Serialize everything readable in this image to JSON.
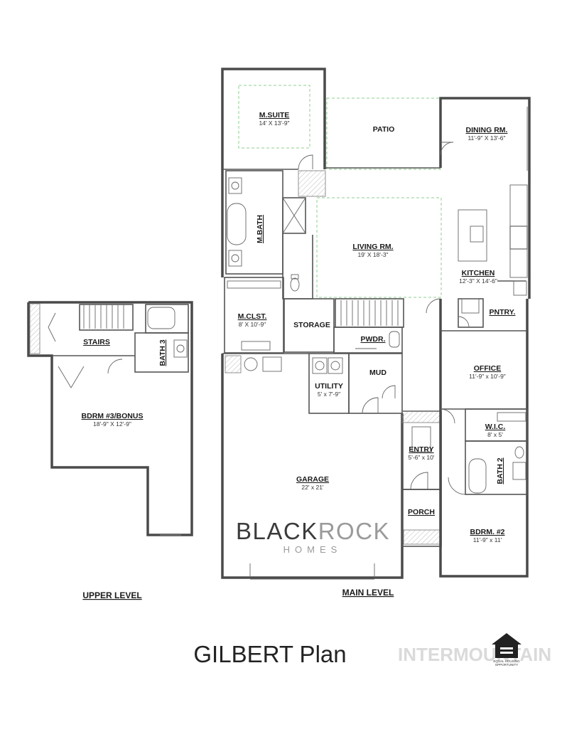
{
  "brand": {
    "name_part1": "BLACK",
    "name_part2": "ROCK",
    "sub": "HOMES"
  },
  "plan_title": "GILBERT Plan",
  "watermark": "INTERMOUNTAIN",
  "equal_housing": {
    "line1": "EQUAL HOUSING",
    "line2": "OPPORTUNITY"
  },
  "levels": {
    "upper": "UPPER LEVEL",
    "main": "MAIN LEVEL"
  },
  "rooms": {
    "msuite": {
      "name": "M.SUITE",
      "dims": "14' X 13'-9\""
    },
    "patio": {
      "name": "PATIO"
    },
    "dining": {
      "name": "DINING RM.",
      "dims": "11'-9\" X 13'-6\""
    },
    "mbath": {
      "name": "M.BATH"
    },
    "living": {
      "name": "LIVING RM.",
      "dims": "19' X 18'-3\""
    },
    "kitchen": {
      "name": "KITCHEN",
      "dims": "12'-3\" X 14'-6\""
    },
    "mclst": {
      "name": "M.CLST.",
      "dims": "8' X 10'-9\""
    },
    "storage": {
      "name": "STORAGE"
    },
    "pwdr": {
      "name": "PWDR."
    },
    "pntry": {
      "name": "PNTRY."
    },
    "office": {
      "name": "OFFICE",
      "dims": "11'-9\" x 10'-9\""
    },
    "mud": {
      "name": "MUD"
    },
    "utility": {
      "name": "UTILITY",
      "dims": "5' x 7'-9\""
    },
    "wic": {
      "name": "W.I.C.",
      "dims": "8' x 5'"
    },
    "entry": {
      "name": "ENTRY",
      "dims": "5'-6\" x 10'"
    },
    "bath2": {
      "name": "BATH 2"
    },
    "garage": {
      "name": "GARAGE",
      "dims": "22' x 21'"
    },
    "porch": {
      "name": "PORCH"
    },
    "bdrm2": {
      "name": "BDRM. #2",
      "dims": "11'-9\" x 11'"
    },
    "stairs": {
      "name": "STAIRS"
    },
    "bath3": {
      "name": "BATH 3"
    },
    "bdrm3": {
      "name": "BDRM #3/BONUS",
      "dims": "18'-9\" X 12'-9\""
    }
  }
}
